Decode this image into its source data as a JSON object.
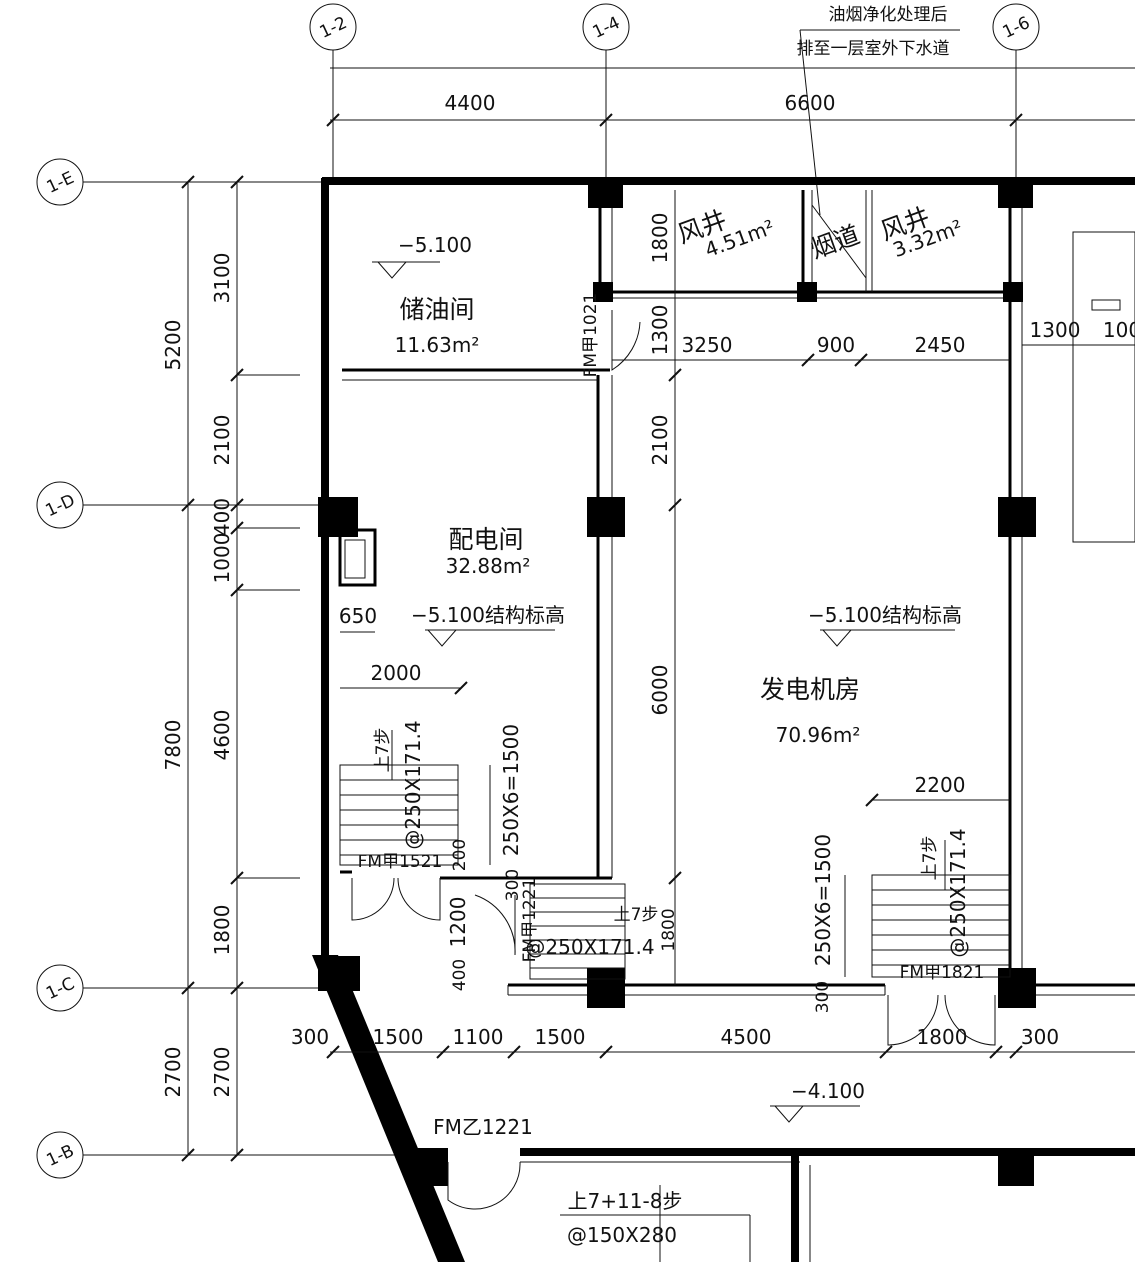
{
  "axes": {
    "top": [
      "1-2",
      "1-4",
      "1-6"
    ],
    "left": [
      "1-E",
      "1-D",
      "1-C",
      "1-B"
    ]
  },
  "note": {
    "line1": "油烟净化处理后",
    "line2": "排至一层室外下水道"
  },
  "dims": {
    "top": [
      "4400",
      "6600"
    ],
    "left_outer": [
      "5200",
      "7800",
      "2700"
    ],
    "left_inner": [
      "3100",
      "2100",
      "1000",
      "400",
      "4600",
      "1800",
      "2700"
    ],
    "right_top": [
      "1300",
      "100"
    ],
    "room_row": [
      "3250",
      "900",
      "2450"
    ],
    "bottom": [
      "300",
      "1500",
      "1100",
      "1500",
      "4500",
      "1800",
      "300"
    ],
    "misc": {
      "d1800_shaft": "1800",
      "d1300": "1300",
      "d2100": "2100",
      "d6000": "6000",
      "d650": "650",
      "d2000": "2000",
      "d200": "200",
      "d300_a": "300",
      "d1200": "1200",
      "d400": "400",
      "d1800_door": "1800",
      "d2200": "2200",
      "d300_b": "300"
    }
  },
  "rooms": {
    "oil": {
      "name": "储油间",
      "area": "11.63m²",
      "level": "−5.100"
    },
    "shaft1": {
      "name": "风井",
      "area": "4.51m²"
    },
    "flue": {
      "name": "烟道"
    },
    "shaft2": {
      "name": "风井",
      "area": "3.32m²"
    },
    "dist": {
      "name": "配电间",
      "area": "32.88m²",
      "level": "−5.100结构标高"
    },
    "gen": {
      "name": "发电机房",
      "area": "70.96m²",
      "level": "−5.100结构标高"
    },
    "corridor": {
      "level": "−4.100"
    }
  },
  "doors": {
    "d1021": "FM甲1021",
    "d1521": "FM甲1521",
    "d1221": "FM甲1221",
    "d1821": "FM甲1821",
    "d_yi": "FM乙1221"
  },
  "stairs": {
    "s1_steps": "上7步",
    "s1_spec": "@250X171.4",
    "s1_run": "250X6=1500",
    "s2_steps": "上7步",
    "s2_spec": "@250X171.4",
    "s3_steps": "上7步",
    "s3_spec": "@250X171.4",
    "s3_run": "250X6=1500",
    "s4_steps": "上7+11-8步",
    "s4_spec": "@150X280"
  }
}
